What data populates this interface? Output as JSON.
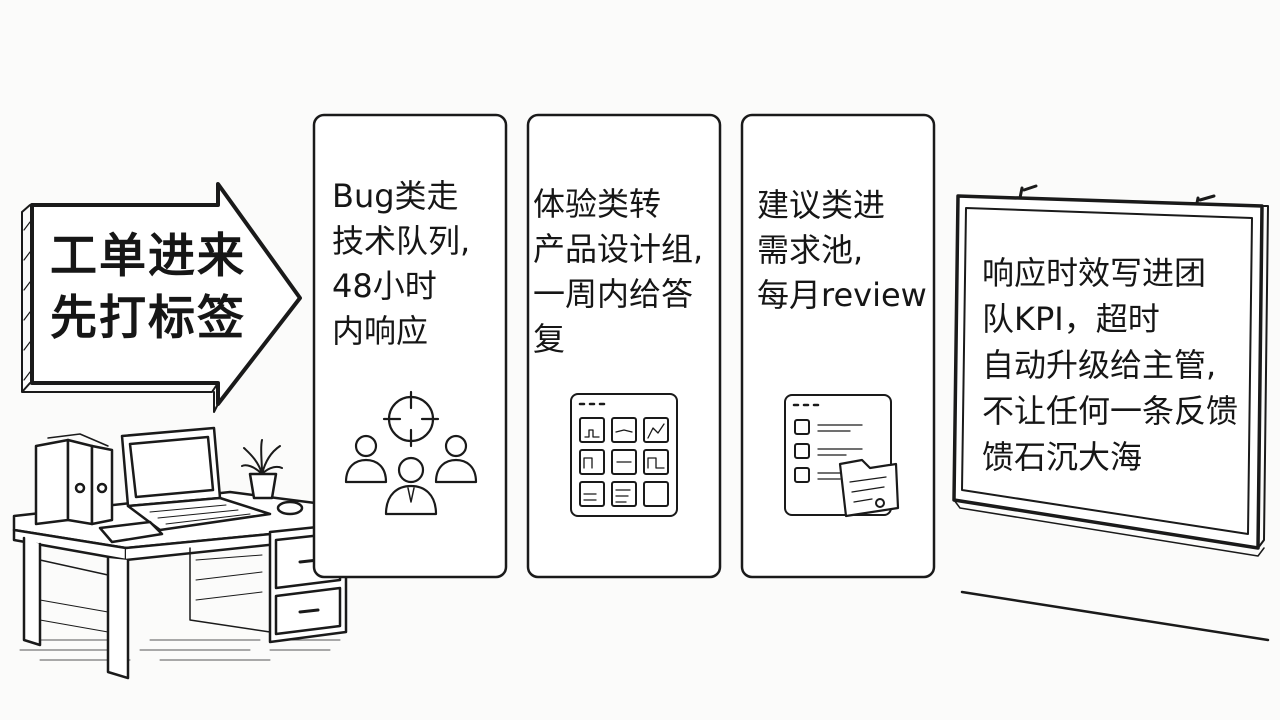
{
  "arrow": {
    "text": "工单进来\n先打标签"
  },
  "panels": [
    {
      "text": "Bug类走\n技术队列,\n48小时\n内响应",
      "icon": "team-target-icon"
    },
    {
      "text": "体验类转\n产品设计组,\n一周内给答复",
      "icon": "dashboard-grid-icon"
    },
    {
      "text": "建议类进\n需求池,\n每月review",
      "icon": "checklist-document-icon"
    }
  ],
  "board": {
    "text": "响应时效写进团\n队KPI，超时\n自动升级给主管,\n不让任何一条反馈\n馈石沉大海"
  }
}
